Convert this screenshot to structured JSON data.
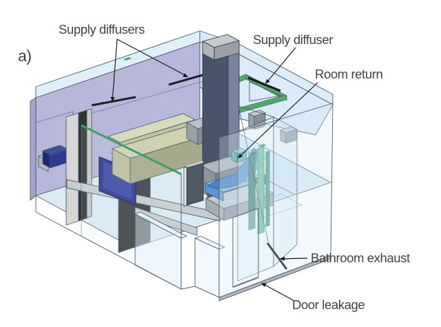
{
  "figure": {
    "panel_label": "a)",
    "labels": {
      "supply_diffusers": "Supply diffusers",
      "supply_diffuser": "Supply diffuser",
      "room_return": "Room return",
      "bathroom_exhaust": "Bathroom exhaust",
      "door_leakage": "Door leakage"
    },
    "colors": {
      "glass_wall": "#d8ecf8",
      "back_wall_lavender": "#b6b7d9",
      "supply_strip_green": "#55a56c",
      "return_column_dark_green": "#1f6e52",
      "return_column_light_green": "#5cb388",
      "bed_mattress_blue": "#8ab9e6",
      "patient_blue": "#4a84c4",
      "pillow_teal": "#7fd2c8",
      "sofa_khaki": "#cfd1b3",
      "tv_navy": "#2b3590",
      "duct_shaft_gray": "#49536a",
      "label_text": "#414141"
    }
  }
}
